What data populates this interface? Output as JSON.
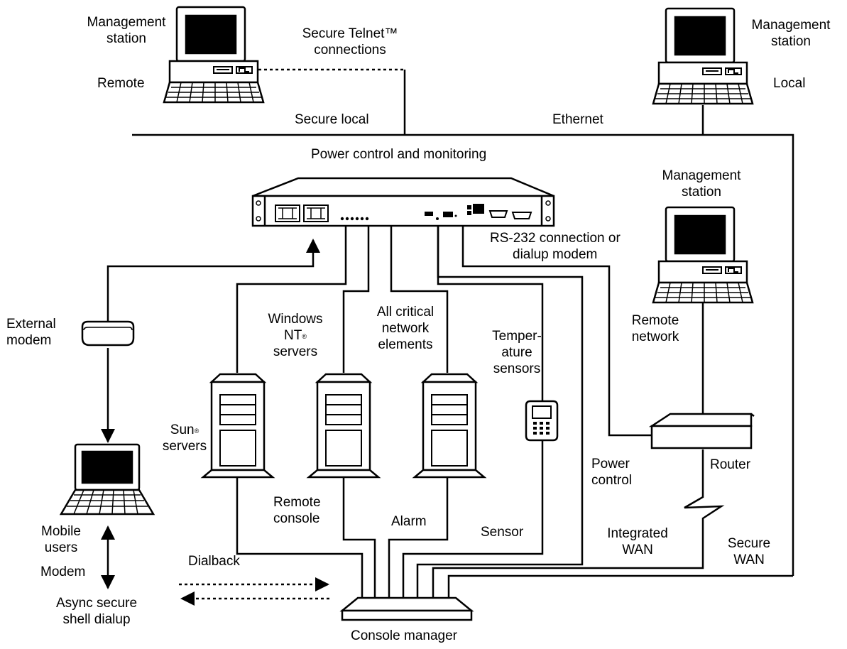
{
  "labels": {
    "mgmt_remote_line1": "Management",
    "mgmt_remote_line2": "station",
    "remote": "Remote",
    "secure_telnet_line1": "Secure Telnet™",
    "secure_telnet_line2": "connections",
    "mgmt_local_line1": "Management",
    "mgmt_local_line2": "station",
    "local": "Local",
    "secure_local": "Secure local",
    "ethernet": "Ethernet",
    "power_control_monitoring": "Power control and monitoring",
    "mgmt_net_line1": "Management",
    "mgmt_net_line2": "station",
    "rs232_line1": "RS-232 connection or",
    "rs232_line2": "dialup modem",
    "external_modem_line1": "External",
    "external_modem_line2": "modem",
    "windows_line1": "Windows",
    "windows_line2": "NT",
    "windows_line3": "servers",
    "critical_line1": "All critical",
    "critical_line2": "network",
    "critical_line3": "elements",
    "temp_line1": "Temper-",
    "temp_line2": "ature",
    "temp_line3": "sensors",
    "remote_network_line1": "Remote",
    "remote_network_line2": "network",
    "sun_line1": "Sun",
    "sun_line2": "servers",
    "power_control_line1": "Power",
    "power_control_line2": "control",
    "router": "Router",
    "remote_console_line1": "Remote",
    "remote_console_line2": "console",
    "alarm": "Alarm",
    "sensor": "Sensor",
    "mobile_line1": "Mobile",
    "mobile_line2": "users",
    "modem": "Modem",
    "integrated_wan_line1": "Integrated",
    "integrated_wan_line2": "WAN",
    "secure_wan_line1": "Secure",
    "secure_wan_line2": "WAN",
    "dialback": "Dialback",
    "async_line1": "Async secure",
    "async_line2": "shell dialup",
    "console_manager": "Console manager",
    "registered_mark": "®"
  }
}
